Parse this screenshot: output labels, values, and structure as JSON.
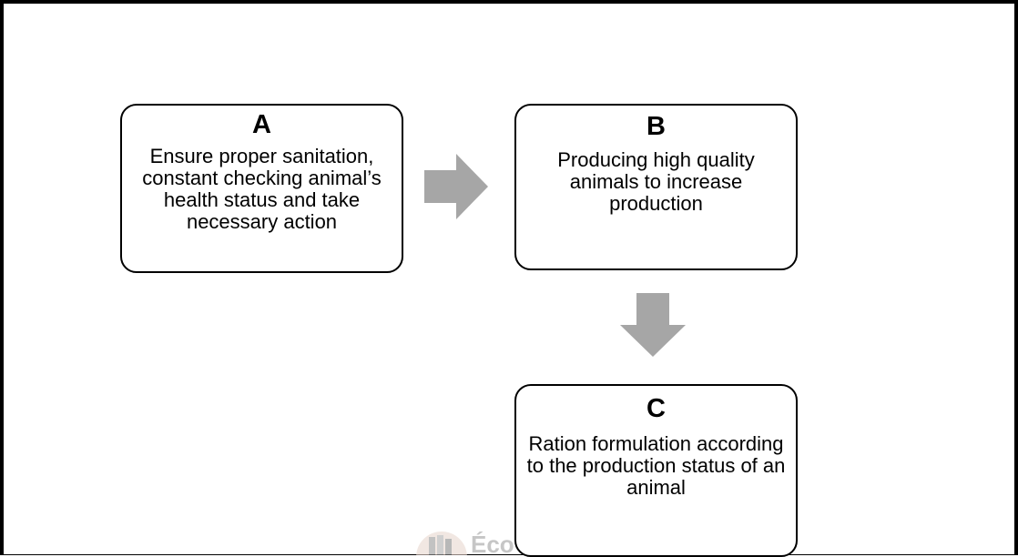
{
  "diagram": {
    "boxes": [
      {
        "id": "A",
        "title": "A",
        "text": "Ensure proper sanitation, constant checking animal’s health status and take necessary action"
      },
      {
        "id": "B",
        "title": "B",
        "text": "Producing high quality animals to increase production"
      },
      {
        "id": "C",
        "title": "C",
        "text": "Ration formulation according to the production status of an animal"
      }
    ],
    "arrows": [
      {
        "from": "A",
        "to": "B",
        "direction": "right"
      },
      {
        "from": "B",
        "to": "C",
        "direction": "down"
      }
    ],
    "colors": {
      "border": "#000000",
      "arrow": "#a6a6a6",
      "background": "#ffffff",
      "watermark": "#b9b9b9"
    }
  },
  "watermark": {
    "icon": "books-logo-icon",
    "text": "Éco"
  }
}
